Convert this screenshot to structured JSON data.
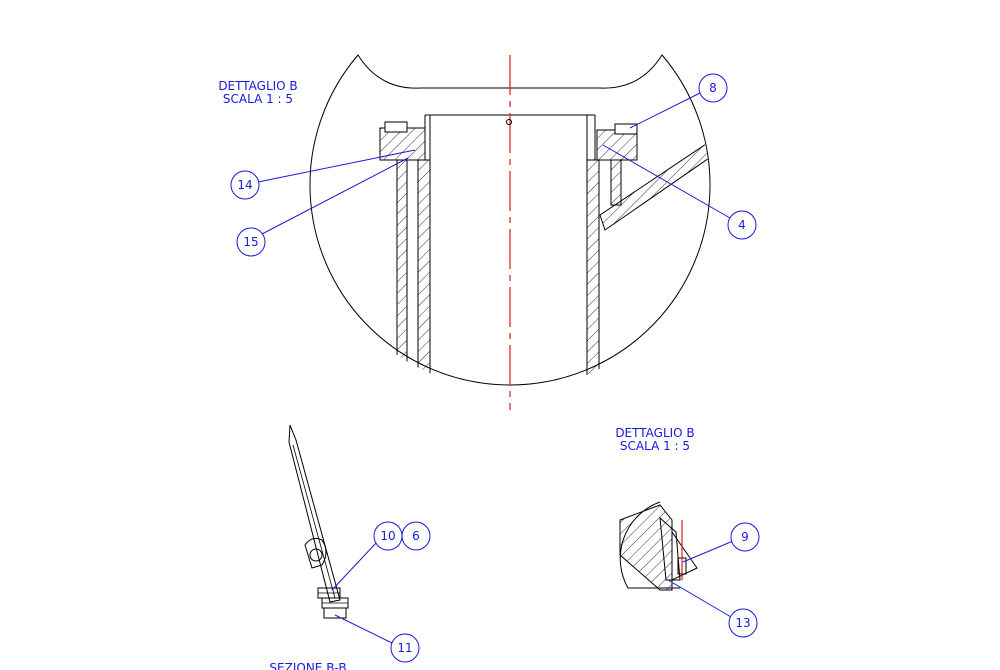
{
  "views": {
    "detail_top": {
      "line1": "DETTAGLIO B",
      "line2": "SCALA 1 : 5"
    },
    "detail_right": {
      "line1": "DETTAGLIO B",
      "line2": "SCALA 1 : 5"
    },
    "section_bottom": {
      "title": "SEZIONE B-B"
    }
  },
  "balloons": {
    "b8": "8",
    "b14": "14",
    "b15": "15",
    "b4": "4",
    "b10": "10",
    "b6": "6",
    "b11": "11",
    "b9": "9",
    "b13": "13"
  },
  "colors": {
    "annotation": "#1a1adb",
    "centerline": "#e01a1a",
    "geometry": "#000000"
  }
}
